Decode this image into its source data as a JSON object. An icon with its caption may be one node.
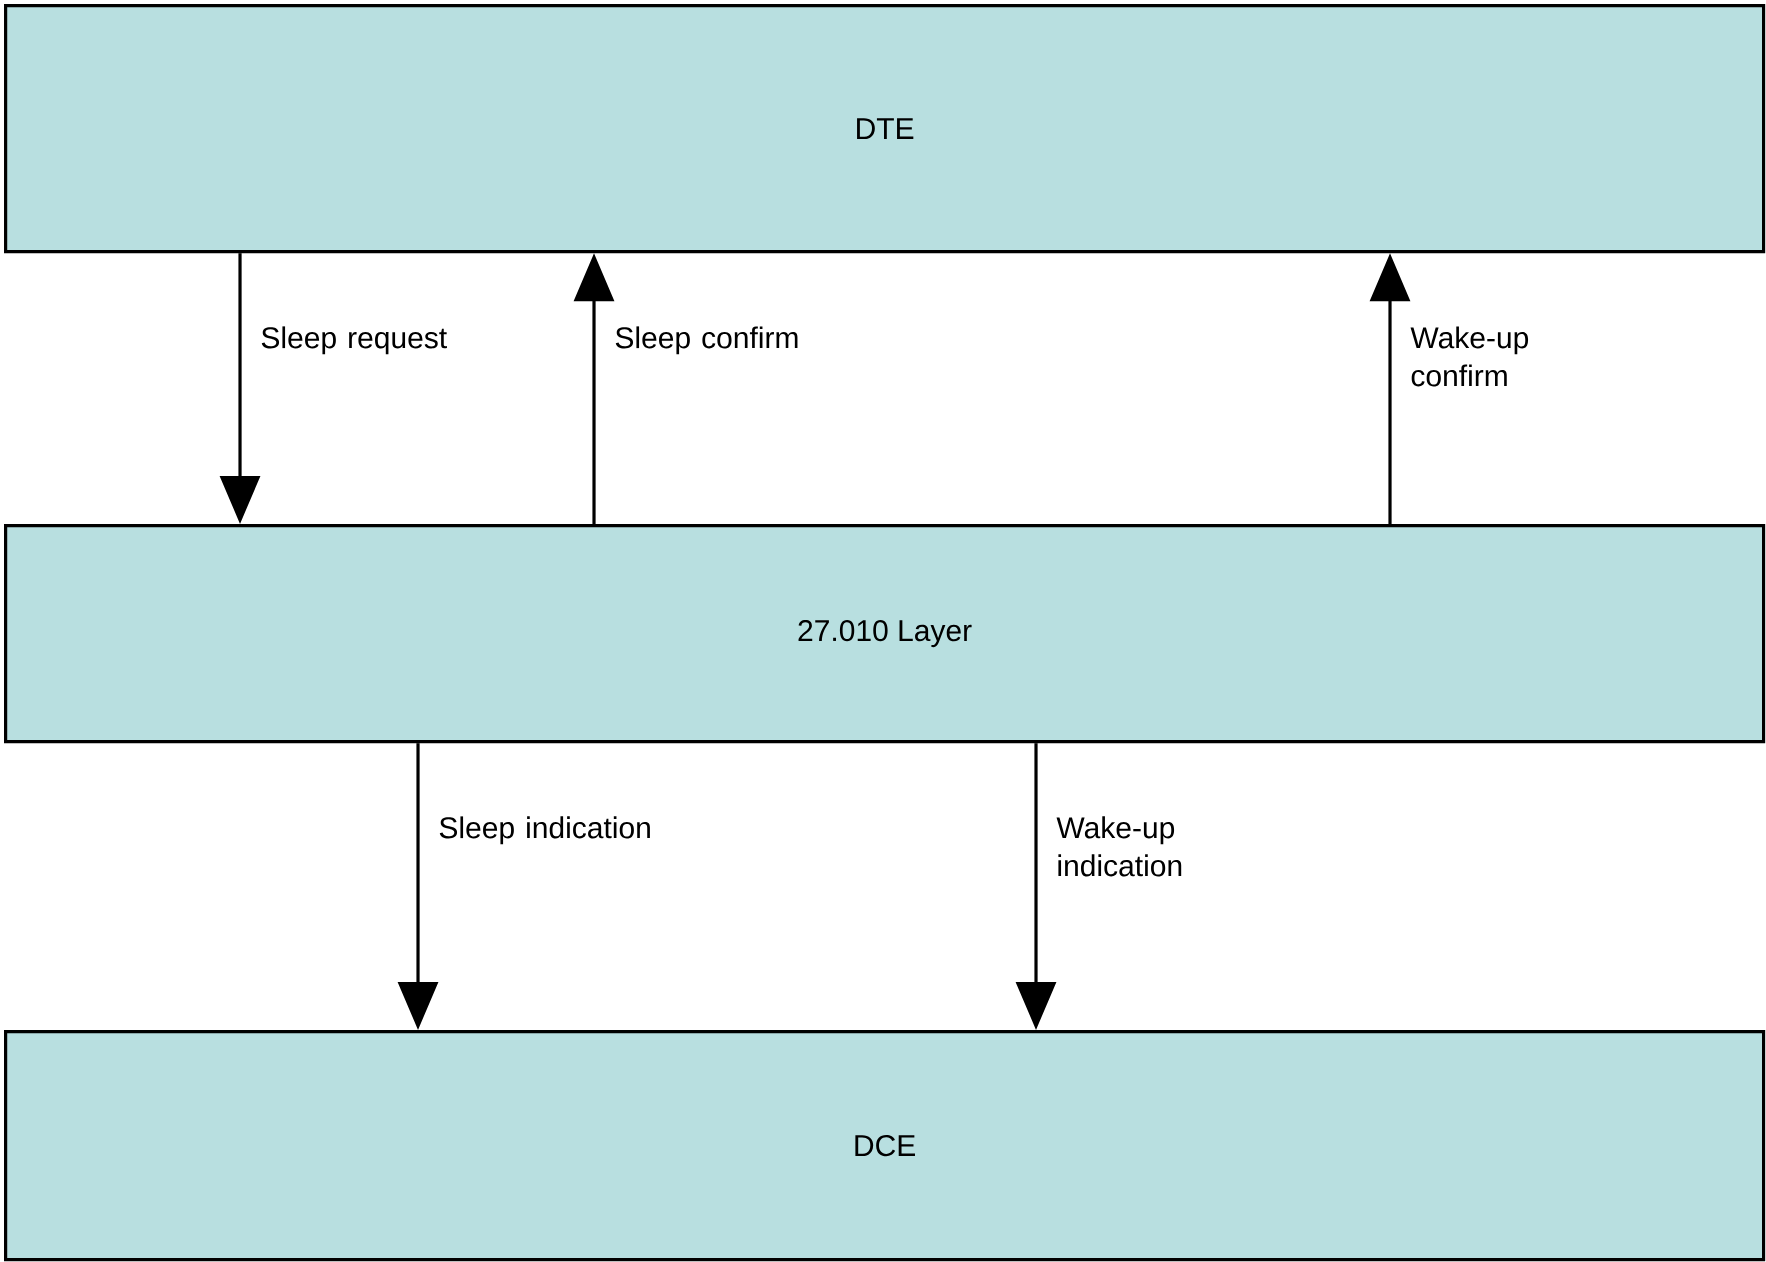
{
  "diagram": {
    "nodes": [
      {
        "text": [
          "DTE"
        ]
      },
      {
        "text": [
          "27.010 Layer"
        ]
      },
      {
        "text": [
          "DCE"
        ]
      }
    ],
    "edges": [
      {
        "from": 0,
        "to": 1,
        "arrow": "to",
        "label": "Sleep request"
      },
      {
        "from": 1,
        "to": 0,
        "arrow": "to",
        "label": "Sleep confirm"
      },
      {
        "from": 1,
        "to": 0,
        "arrow": "to",
        "label": "Wake-up confirm"
      },
      {
        "from": 1,
        "to": 2,
        "arrow": "to",
        "label": "Sleep indication"
      },
      {
        "from": 1,
        "to": 2,
        "arrow": "to",
        "label": "Wake-up indication"
      }
    ]
  }
}
